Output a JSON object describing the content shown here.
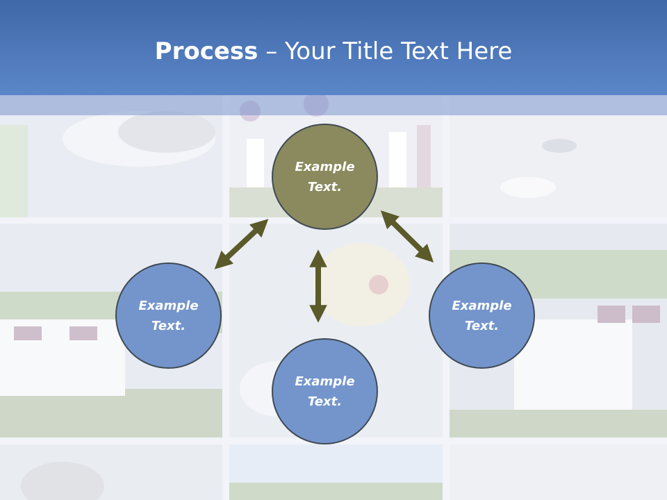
{
  "title": {
    "bold": "Process",
    "dash": " – ",
    "rest": "Your Title Text Here"
  },
  "colors": {
    "title_bar": "#4a74b8",
    "center_node": "#8a8a5e",
    "side_node": "#7495cc",
    "arrow": "#5a5a2a"
  },
  "nodes": {
    "top": {
      "line1": "Example",
      "line2": "Text."
    },
    "left": {
      "line1": "Example",
      "line2": "Text."
    },
    "right": {
      "line1": "Example",
      "line2": "Text."
    },
    "bottom": {
      "line1": "Example",
      "line2": "Text."
    }
  }
}
